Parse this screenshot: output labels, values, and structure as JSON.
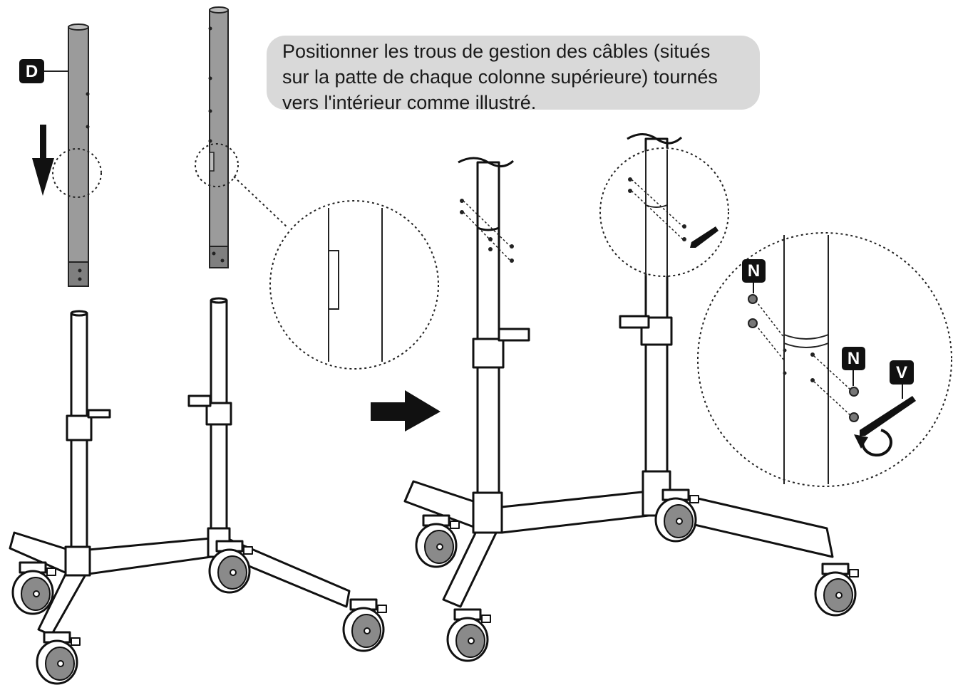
{
  "instruction": {
    "line1": "Positionner les trous de gestion des câbles (situés",
    "line2": "sur la patte de chaque colonne supérieure) tournés",
    "line3": "vers l'intérieur comme illustré."
  },
  "labels": {
    "upper_column": "D",
    "screw_top": "N",
    "screw_bottom": "N",
    "allen_key": "V"
  },
  "colors": {
    "column_gray": "#9b9b9b",
    "label_bg": "#111111",
    "note_bg": "#d9d9d9"
  }
}
